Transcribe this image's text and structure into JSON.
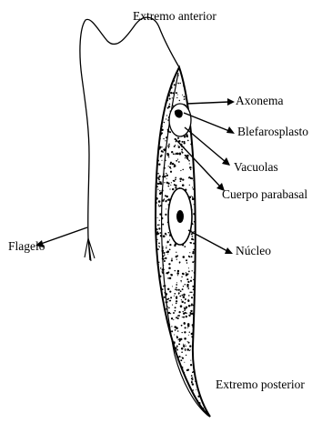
{
  "labels": {
    "extremo_anterior": "Extremo anterior",
    "axonema": "Axonema",
    "blefaroplasto": "Blefarosplasto",
    "vacuolas": "Vacuolas",
    "cuerpo_parabasal": "Cuerpo parabasal",
    "flagelo": "Flagelo",
    "nucleo": "Núcleo",
    "extremo_posterior": "Extremo posterior"
  },
  "colors": {
    "ink": "#000000",
    "background": "#ffffff"
  }
}
